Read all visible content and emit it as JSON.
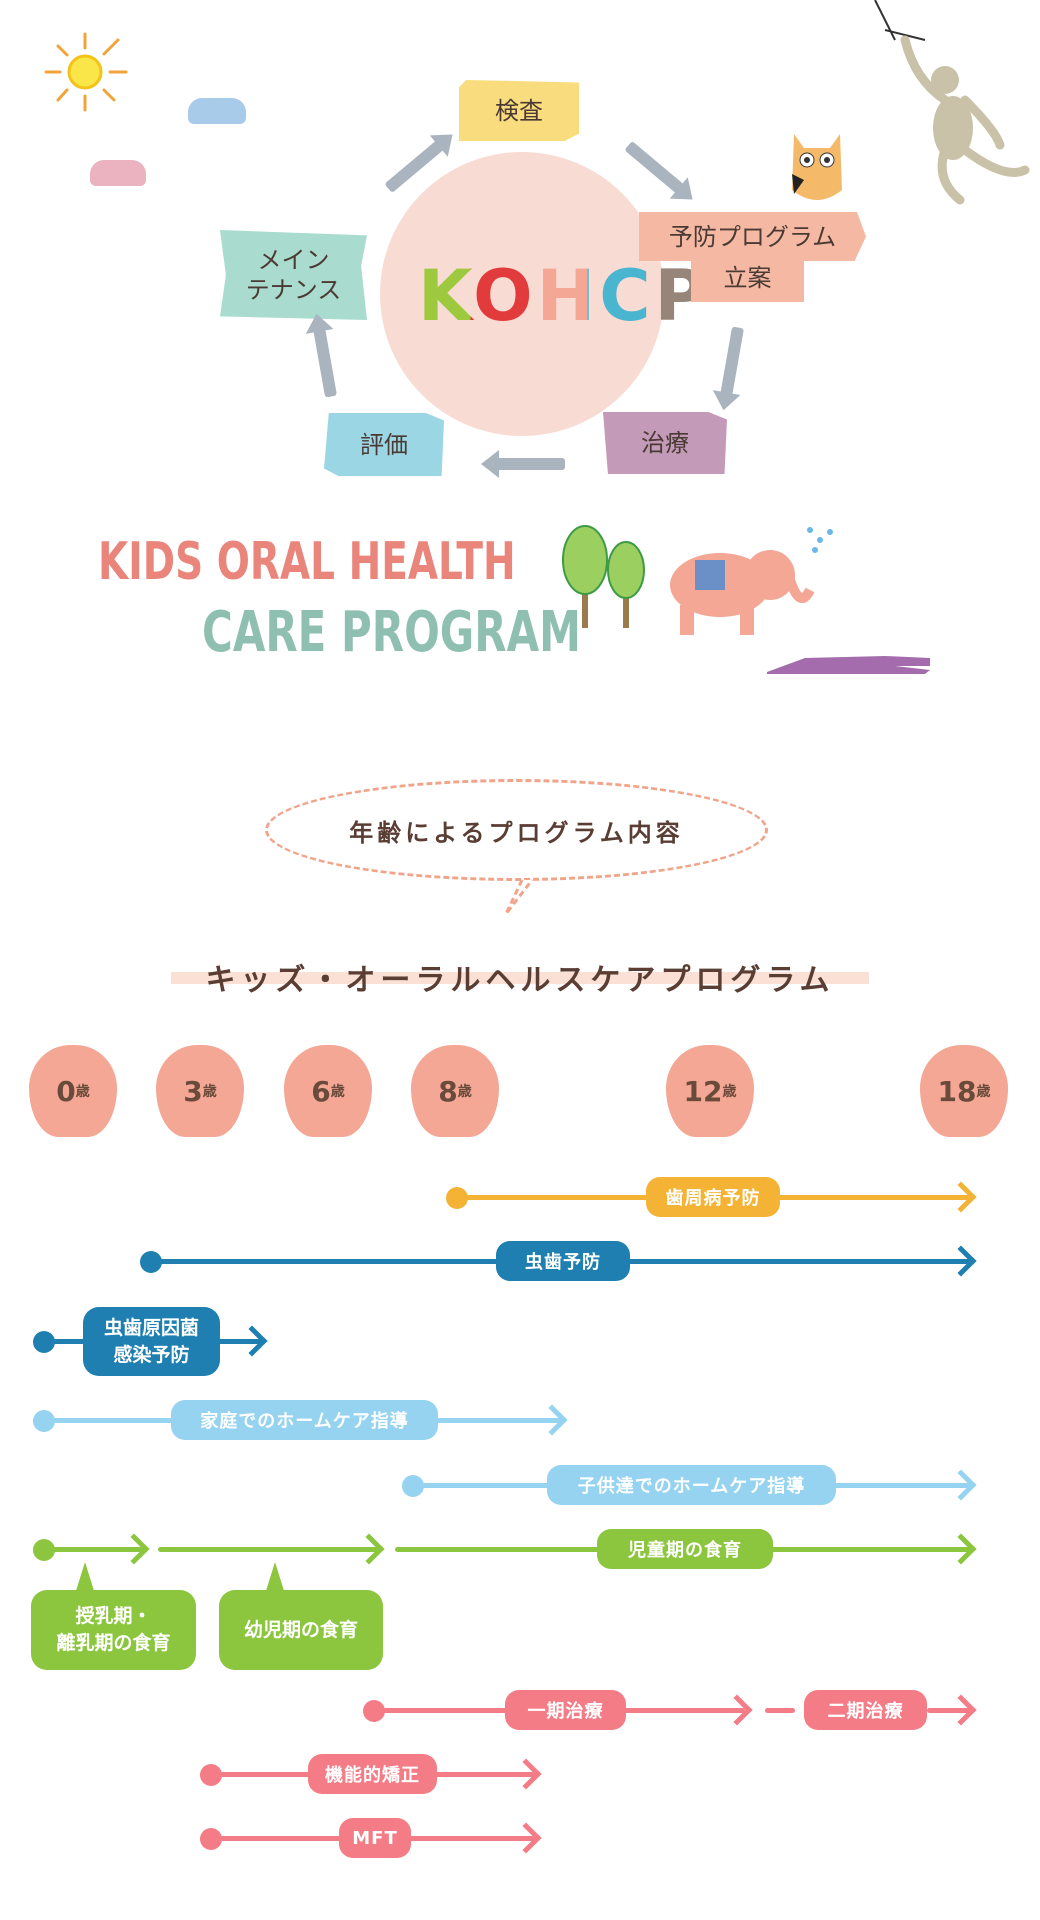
{
  "cycle": {
    "center": "KOHCP",
    "steps": {
      "exam": "検査",
      "plan_line1": "予防プログラム",
      "plan_line2": "立案",
      "treatment": "治療",
      "evaluation": "評価",
      "maint_line1": "メイン",
      "maint_line2": "テナンス"
    },
    "colors": {
      "exam": "#f9dc7e",
      "plan": "#f5b9a3",
      "treatment": "#c39bb9",
      "evaluation": "#9bd6e5",
      "maintenance": "#a9dccf",
      "cloud": "#f8dcd3",
      "arrow": "#a9b4bf"
    }
  },
  "logo": {
    "line1": "KIDS ORAL HEALTH",
    "line2": "CARE PROGRAM"
  },
  "bubble_text": "年齢によるプログラム内容",
  "heading": "キッズ・オーラルヘルスケアプログラム",
  "ages": [
    {
      "num": "0",
      "unit": "歳"
    },
    {
      "num": "3",
      "unit": "歳"
    },
    {
      "num": "6",
      "unit": "歳"
    },
    {
      "num": "8",
      "unit": "歳"
    },
    {
      "num": "12",
      "unit": "歳"
    },
    {
      "num": "18",
      "unit": "歳"
    }
  ],
  "timeline": {
    "colors": {
      "orange": "#f5b335",
      "blue": "#1e7fb0",
      "lightblue": "#95d3f0",
      "green": "#8cc63f",
      "pink": "#f47c86"
    },
    "perio": "歯周病予防",
    "caries": "虫歯予防",
    "bacteria_line1": "虫歯原因菌",
    "bacteria_line2": "感染予防",
    "home_family": "家庭でのホームケア指導",
    "home_children": "子供達でのホームケア指導",
    "diet_child": "児童期の食育",
    "diet_infant_line1": "授乳期・",
    "diet_infant_line2": "離乳期の食育",
    "diet_toddler": "幼児期の食育",
    "phase1": "一期治療",
    "phase2": "二期治療",
    "functional": "機能的矯正",
    "mft": "MFT"
  }
}
